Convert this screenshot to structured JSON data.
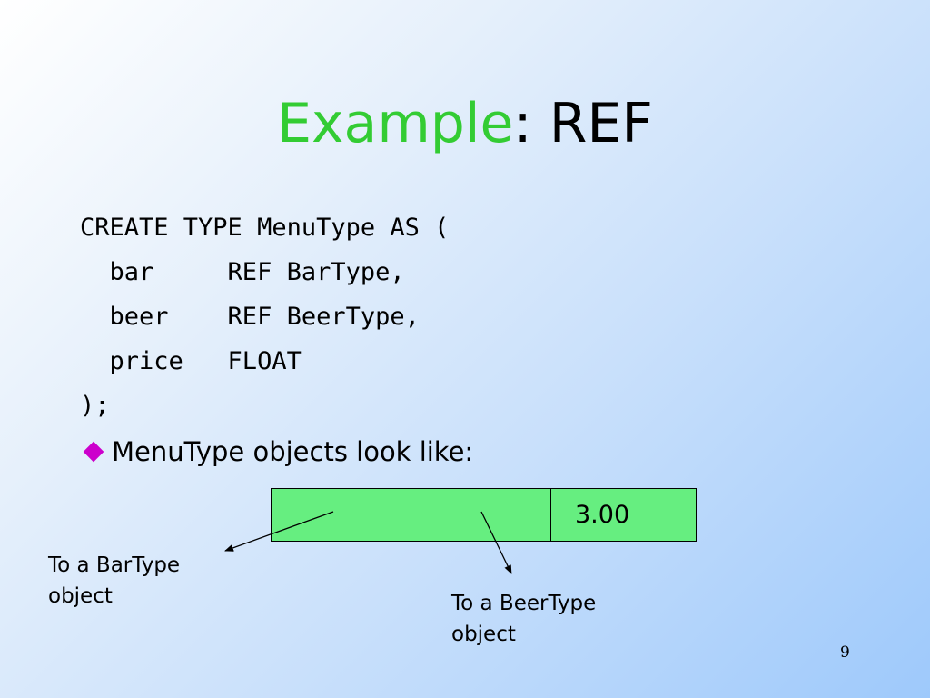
{
  "slide": {
    "title_highlight": "Example",
    "title_rest": ": REF",
    "code_lines": [
      "CREATE TYPE MenuType AS (",
      "  bar     REF BarType,",
      "  beer    REF BeerType,",
      "  price   FLOAT",
      ");"
    ],
    "bullet_text": "MenuType objects look like:",
    "object_cells": [
      "",
      "",
      "3.00"
    ],
    "label_bar": [
      "To a BarType",
      "object"
    ],
    "label_beer": [
      "To a BeerType",
      "object"
    ],
    "page_number": "9"
  },
  "colors": {
    "title_highlight": "#33cc33",
    "bullet_diamond": "#cc00cc",
    "cell_fill": "#66ee80"
  }
}
